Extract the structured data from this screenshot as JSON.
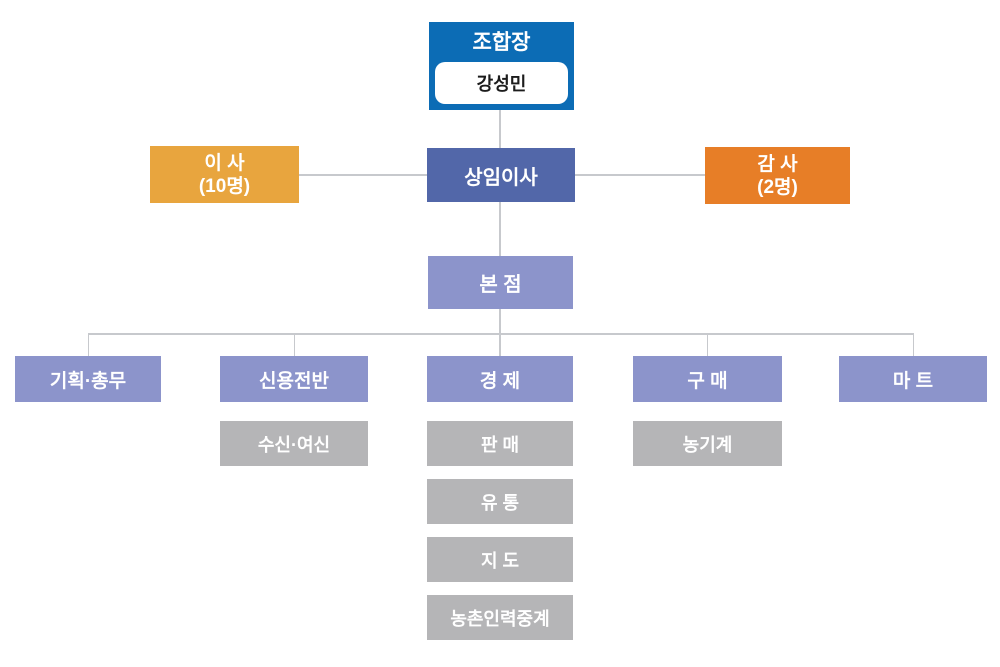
{
  "colors": {
    "chairman_blue": "#0C6CB5",
    "standing_director_indigo": "#5267A9",
    "branch_periwinkle": "#8C94CB",
    "directors_amber": "#E8A53E",
    "auditors_orange": "#E77E27",
    "sub_gray": "#B5B5B7",
    "connector_gray": "#C7C9CD",
    "name_plate_bg": "#FFFFFF",
    "name_text": "#1C1C1C",
    "label_text": "#FFFFFF"
  },
  "chart": {
    "chairman": {
      "title": "조합장",
      "name": "강성민"
    },
    "directors": {
      "line1": "이 사",
      "line2": "(10명)"
    },
    "standing_director": {
      "label": "상임이사"
    },
    "auditors": {
      "line1": "감 사",
      "line2": "(2명)"
    },
    "headquarters": {
      "label": "본 점"
    },
    "departments": [
      {
        "label": "기획·총무",
        "subs": []
      },
      {
        "label": "신용전반",
        "subs": [
          "수신·여신"
        ]
      },
      {
        "label": "경 제",
        "subs": [
          "판 매",
          "유 통",
          "지 도",
          "농촌인력중계"
        ]
      },
      {
        "label": "구 매",
        "subs": [
          "농기계"
        ]
      },
      {
        "label": "마 트",
        "subs": []
      }
    ]
  }
}
